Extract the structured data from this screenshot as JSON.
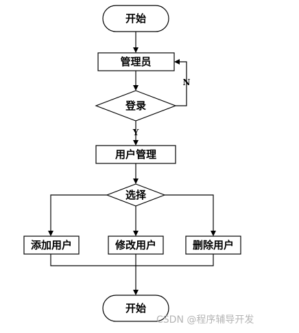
{
  "flowchart": {
    "start_label": "开始",
    "admin_label": "管理员",
    "login_label": "登录",
    "no_label": "N",
    "yes_label": "Y",
    "user_mgmt_label": "用户管理",
    "select_label": "选择",
    "add_user_label": "添加用户",
    "edit_user_label": "修改用户",
    "delete_user_label": "删除用户",
    "end_label": "开始"
  },
  "watermark": "CSDN @程序辅导开发"
}
